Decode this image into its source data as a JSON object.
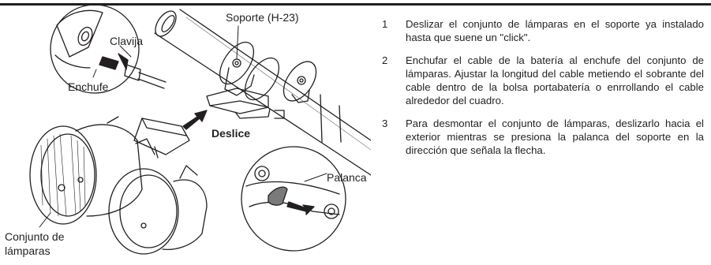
{
  "labels": {
    "soporte": "Soporte (H-23)",
    "clavija": "Clavija",
    "enchufe": "Enchufe",
    "deslice": "Deslice",
    "palanca": "Palanca",
    "conjunto_line1": "Conjunto de",
    "conjunto_line2": "lámparas"
  },
  "steps": [
    {
      "number": "1",
      "text": "Deslizar el conjunto de lámparas en el soporte ya instalado hasta que suene un \"click\"."
    },
    {
      "number": "2",
      "text": "Enchufar el cable de la batería al enchufe del conjunto de lámparas. Ajustar la longitud del cable metiendo el sobrante del cable dentro de la bolsa portabatería o enrrollando el cable alrededor del cuadro."
    },
    {
      "number": "3",
      "text": "Para desmontar el conjunto de lámparas, deslizarlo hacia el exterior mientras se presiona la palanca del soporte en la dirección que señala la flecha."
    }
  ],
  "colors": {
    "ink": "#231f20",
    "lever": "#7a7a7a",
    "background": "#ffffff"
  }
}
